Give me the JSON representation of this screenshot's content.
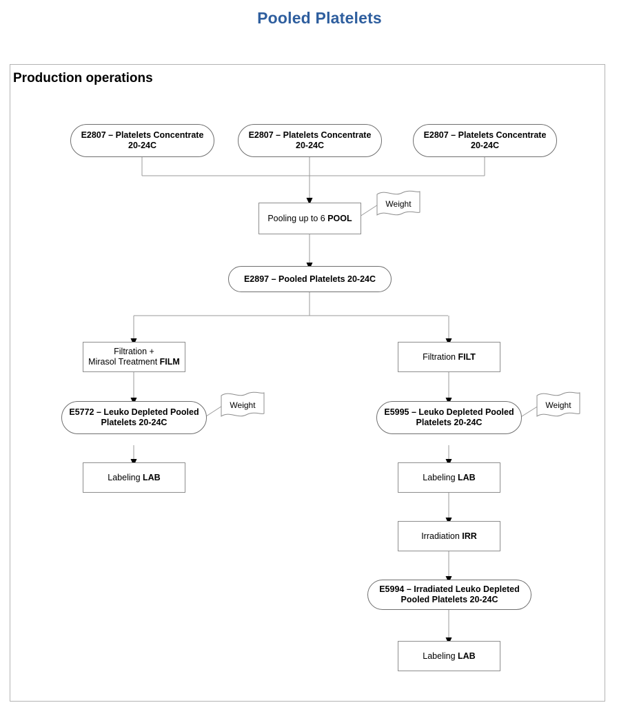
{
  "page": {
    "title": "Pooled Platelets",
    "title_color": "#2E5E9E"
  },
  "swimlane": {
    "label": "Production operations",
    "border_color": "#b3b3b3"
  },
  "annotations": {
    "weight_label": "Weight"
  },
  "nodes": {
    "concentrate_1": {
      "line1": "E2807 – Platelets Concentrate",
      "line2": "20-24C"
    },
    "concentrate_2": {
      "line1": "E2807 – Platelets Concentrate",
      "line2": "20-24C"
    },
    "concentrate_3": {
      "line1": "E2807 – Platelets Concentrate",
      "line2": "20-24C"
    },
    "pooling": {
      "text": "Pooling up to 6 ",
      "tag": "POOL"
    },
    "pooled_platelets": {
      "line1": "E2897 – Pooled Platelets  20-24C"
    },
    "filtration_mirasol": {
      "line1": "Filtration +",
      "line2": "Mirasol Treatment ",
      "tag": "FILM"
    },
    "filtration": {
      "text": "Filtration ",
      "tag": "FILT"
    },
    "leuko_depleted_left": {
      "line1": "E5772 – Leuko Depleted Pooled",
      "line2": "Platelets  20-24C"
    },
    "leuko_depleted_right": {
      "line1": "E5995 – Leuko Depleted Pooled",
      "line2": "Platelets  20-24C"
    },
    "labeling_left": {
      "text": "Labeling ",
      "tag": "LAB"
    },
    "labeling_right_1": {
      "text": "Labeling ",
      "tag": "LAB"
    },
    "irradiation": {
      "text": "Irradiation ",
      "tag": "IRR"
    },
    "irradiated_pooled": {
      "line1": "E5994 – Irradiated Leuko Depleted",
      "line2": "Pooled Platelets  20-24C"
    },
    "labeling_right_2": {
      "text": "Labeling ",
      "tag": "LAB"
    }
  },
  "chart_data": {
    "type": "diagram",
    "title": "Pooled Platelets",
    "lane": "Production operations",
    "flow_nodes": [
      {
        "id": "concentrate_1",
        "kind": "material",
        "label": "E2807 – Platelets Concentrate 20-24C"
      },
      {
        "id": "concentrate_2",
        "kind": "material",
        "label": "E2807 – Platelets Concentrate 20-24C"
      },
      {
        "id": "concentrate_3",
        "kind": "material",
        "label": "E2807 – Platelets Concentrate 20-24C"
      },
      {
        "id": "pooling",
        "kind": "process",
        "label": "Pooling up to 6 POOL",
        "annotation": "Weight"
      },
      {
        "id": "pooled_platelets",
        "kind": "material",
        "label": "E2897 – Pooled Platelets 20-24C"
      },
      {
        "id": "filtration_mirasol",
        "kind": "process",
        "label": "Filtration + Mirasol Treatment FILM"
      },
      {
        "id": "filtration",
        "kind": "process",
        "label": "Filtration FILT"
      },
      {
        "id": "leuko_depleted_left",
        "kind": "material",
        "label": "E5772 – Leuko Depleted Pooled Platelets 20-24C",
        "annotation": "Weight"
      },
      {
        "id": "leuko_depleted_right",
        "kind": "material",
        "label": "E5995 – Leuko Depleted Pooled Platelets 20-24C",
        "annotation": "Weight"
      },
      {
        "id": "labeling_left",
        "kind": "process",
        "label": "Labeling LAB"
      },
      {
        "id": "labeling_right_1",
        "kind": "process",
        "label": "Labeling LAB"
      },
      {
        "id": "irradiation",
        "kind": "process",
        "label": "Irradiation IRR"
      },
      {
        "id": "irradiated_pooled",
        "kind": "material",
        "label": "E5994 – Irradiated Leuko Depleted Pooled Platelets 20-24C"
      },
      {
        "id": "labeling_right_2",
        "kind": "process",
        "label": "Labeling LAB"
      }
    ],
    "edges": [
      {
        "from": "concentrate_1",
        "to": "pooling"
      },
      {
        "from": "concentrate_2",
        "to": "pooling"
      },
      {
        "from": "concentrate_3",
        "to": "pooling"
      },
      {
        "from": "pooling",
        "to": "pooled_platelets"
      },
      {
        "from": "pooled_platelets",
        "to": "filtration_mirasol"
      },
      {
        "from": "pooled_platelets",
        "to": "filtration"
      },
      {
        "from": "filtration_mirasol",
        "to": "leuko_depleted_left"
      },
      {
        "from": "leuko_depleted_left",
        "to": "labeling_left"
      },
      {
        "from": "filtration",
        "to": "leuko_depleted_right"
      },
      {
        "from": "leuko_depleted_right",
        "to": "labeling_right_1"
      },
      {
        "from": "labeling_right_1",
        "to": "irradiation"
      },
      {
        "from": "irradiation",
        "to": "irradiated_pooled"
      },
      {
        "from": "irradiated_pooled",
        "to": "labeling_right_2"
      }
    ]
  }
}
